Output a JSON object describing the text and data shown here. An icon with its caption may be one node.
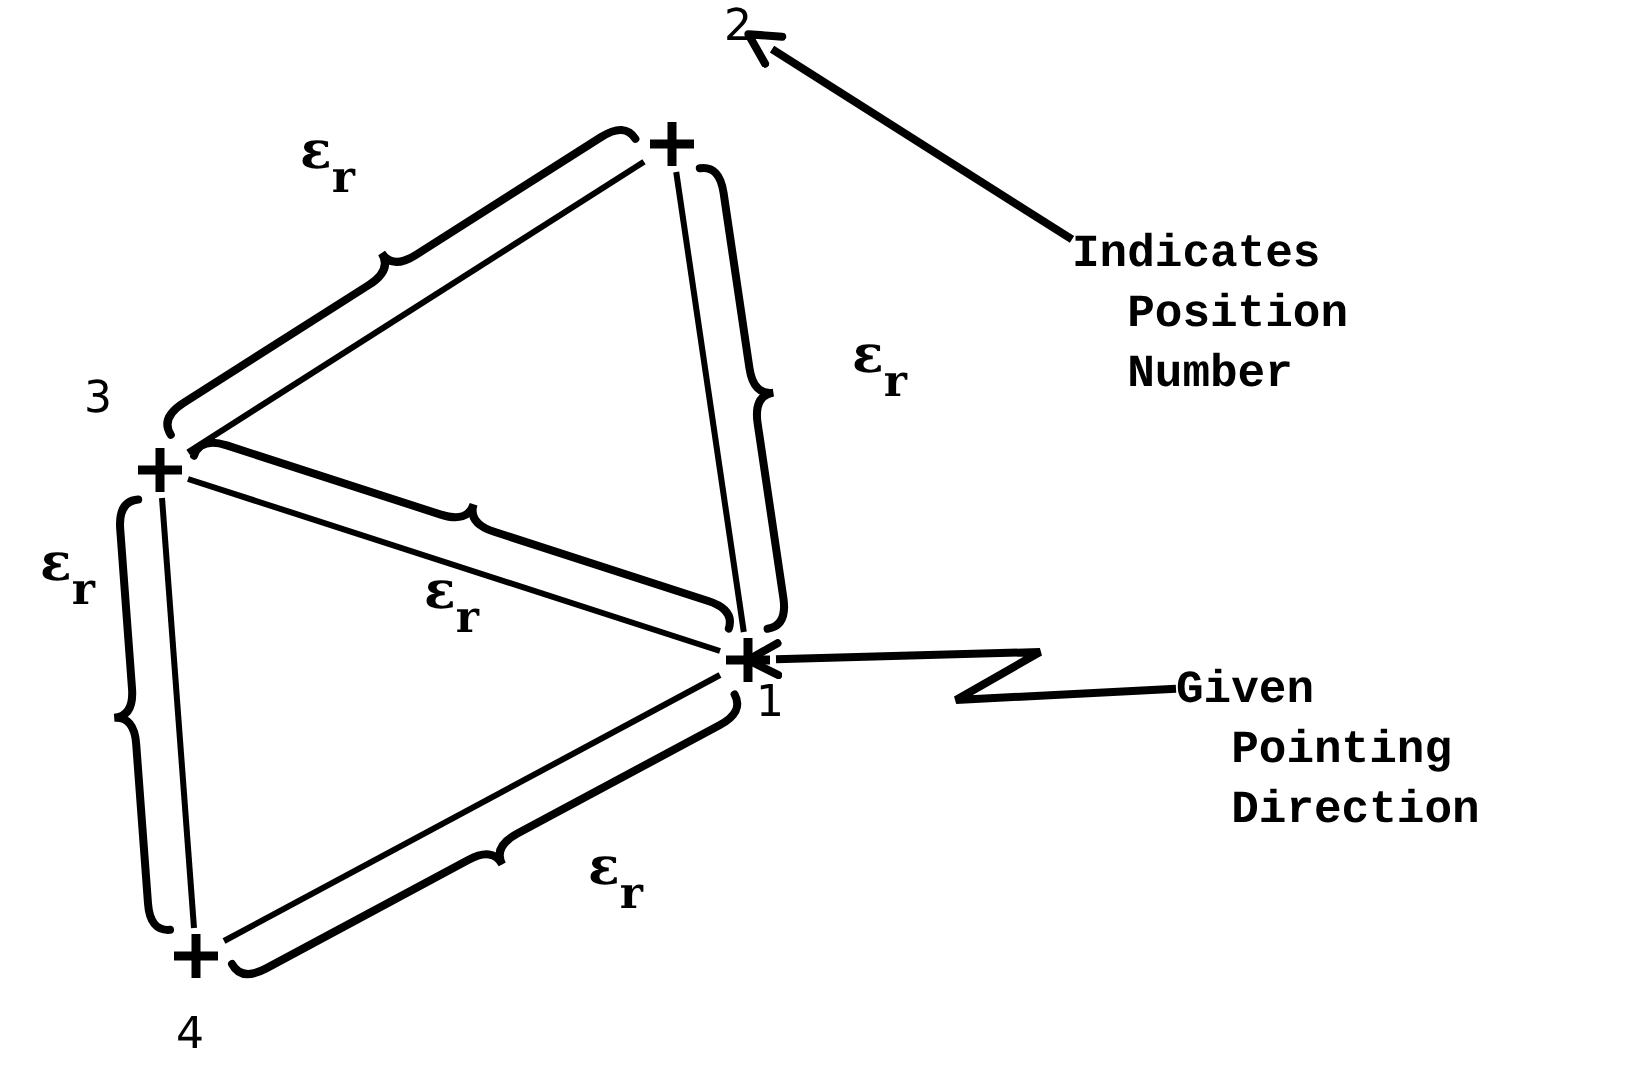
{
  "diagram": {
    "nodes": [
      {
        "text": [
          "2"
        ]
      },
      {
        "text": [],
        "shape": "cross"
      },
      {
        "text": [],
        "shape": "cross",
        "beside": [
          "3"
        ]
      },
      {
        "text": [],
        "shape": "cross",
        "beside": [
          "1"
        ]
      },
      {
        "text": [],
        "shape": "cross",
        "beside": [
          "4"
        ]
      },
      {
        "text": [
          "Indicates Position Number"
        ]
      },
      {
        "text": [
          "Given Pointing Direction"
        ]
      }
    ],
    "edges": [
      {
        "from": 1,
        "to": 2,
        "arrow": "none"
      },
      {
        "from": 1,
        "to": 3,
        "arrow": "none"
      },
      {
        "from": 2,
        "to": 3,
        "arrow": "none"
      },
      {
        "from": 2,
        "to": 4,
        "arrow": "none"
      },
      {
        "from": 4,
        "to": 3,
        "arrow": "none"
      },
      {
        "from": 5,
        "to": 0,
        "arrow": "to"
      },
      {
        "from": 6,
        "to": 3,
        "arrow": "to"
      }
    ],
    "labels": [
      "ε$_{r}$",
      "ε$_{r}$",
      "ε$_{r}$",
      "ε$_{r}$",
      "ε$_{r}$"
    ]
  }
}
